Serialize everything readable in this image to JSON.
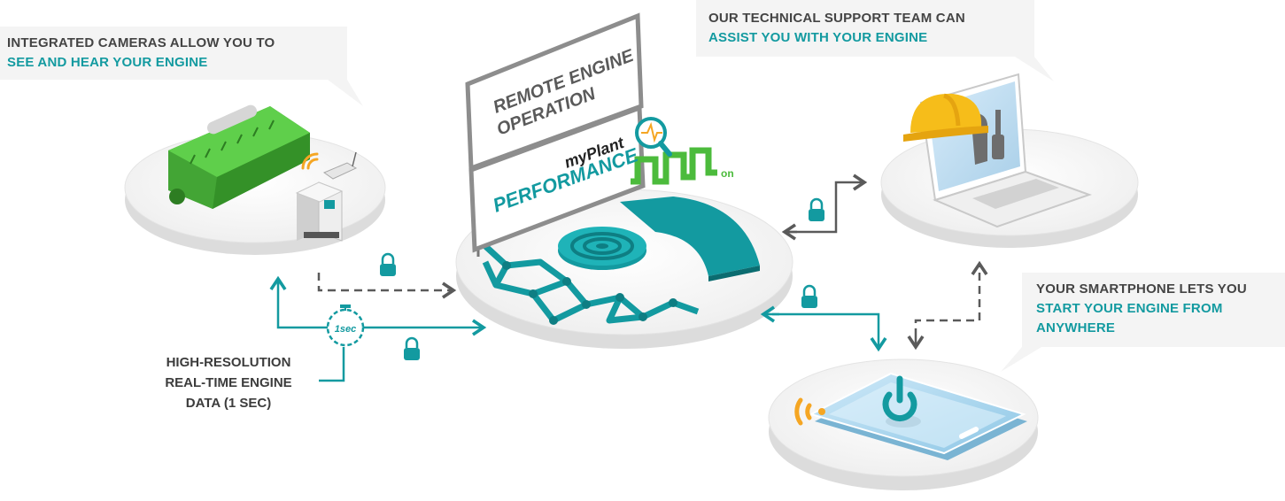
{
  "colors": {
    "teal": "#139aa0",
    "green": "#4cbb3c",
    "grey_text": "#444444",
    "amber": "#f5a623"
  },
  "callouts": {
    "cameras": {
      "line1": "INTEGRATED CAMERAS ALLOW YOU TO",
      "line2": "SEE AND HEAR YOUR ENGINE"
    },
    "support": {
      "line1": "OUR TECHNICAL SUPPORT TEAM CAN",
      "line2": "ASSIST YOU WITH YOUR ENGINE"
    },
    "smartphone": {
      "line1": "YOUR SMARTPHONE LETS YOU",
      "line2": "START YOUR ENGINE FROM",
      "line3": "ANYWHERE"
    }
  },
  "data_caption": {
    "line1": "HIGH-RESOLUTION",
    "line2": "REAL-TIME ENGINE",
    "line3": "DATA (1 SEC)"
  },
  "timer_label": "1sec",
  "signs": {
    "remote_line1": "REMOTE ENGINE",
    "remote_line2": "OPERATION",
    "brand": "myPlant",
    "performance": "PERFORMANCE",
    "on_label": "on"
  },
  "icons": [
    "engine-icon",
    "control-cabinet-icon",
    "camera-icon",
    "laptop-icon",
    "hard-hat-icon",
    "wrench-icon",
    "screwdriver-icon",
    "smartphone-icon",
    "power-icon",
    "wireless-signal-icon",
    "padlock-icon",
    "stopwatch-icon",
    "magnifier-icon"
  ]
}
